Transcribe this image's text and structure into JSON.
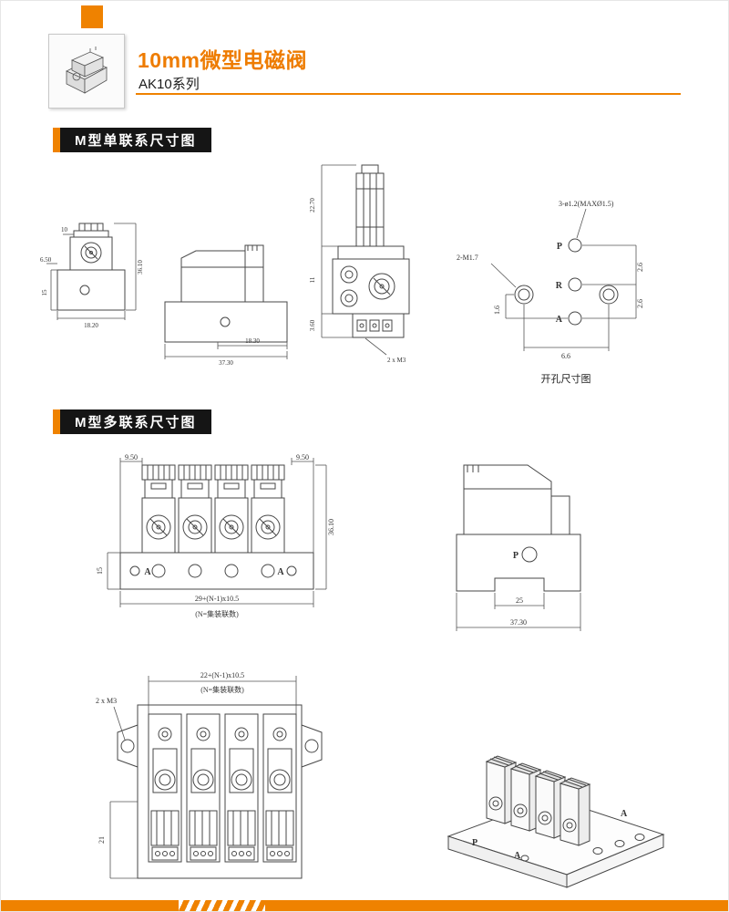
{
  "header": {
    "title": "10mm微型电磁阀",
    "subtitle": "AK10系列",
    "accent_color": "#ef8200"
  },
  "sections": {
    "single": "M型单联系尺寸图",
    "multi": "M型多联系尺寸图"
  },
  "single_front": {
    "dim_top": "10",
    "dim_left_upper": "6.50",
    "dim_left": "15",
    "dim_bottom": "18.20",
    "dim_right": "36.10"
  },
  "single_side": {
    "dim_inner": "18.30",
    "dim_bottom": "37.30"
  },
  "single_vertical": {
    "dim_top": "22.70",
    "dim_mid": "11",
    "dim_bottom": "3.60",
    "thread_note": "2 x M3"
  },
  "hole_pattern": {
    "note_holes": "3-ø1.2(MAXØ1.5)",
    "note_thread": "2-M1.7",
    "port_p": "P",
    "port_r": "R",
    "port_a": "A",
    "dim_26a": "2.6",
    "dim_26b": "2.6",
    "dim_16": "1.6",
    "dim_66": "6.6",
    "caption": "开孔尺寸图"
  },
  "multi_front": {
    "dim_950_left": "9.50",
    "dim_950_right": "9.50",
    "dim_height": "36.10",
    "dim_15": "15",
    "label_a_left": "A",
    "label_a_right": "A",
    "dim_pitch": "29+(N-1)x10.5",
    "pitch_note": "(N=集装联数)"
  },
  "multi_side": {
    "port_p": "P",
    "dim_25": "25",
    "dim_3730": "37.30"
  },
  "multi_bottom": {
    "dim_pitch": "22+(N-1)x10.5",
    "pitch_note": "(N=集装联数)",
    "thread_note": "2 x M3",
    "dim_21": "21"
  },
  "iso": {
    "label_a1": "A",
    "label_p": "P",
    "label_a2": "A"
  }
}
